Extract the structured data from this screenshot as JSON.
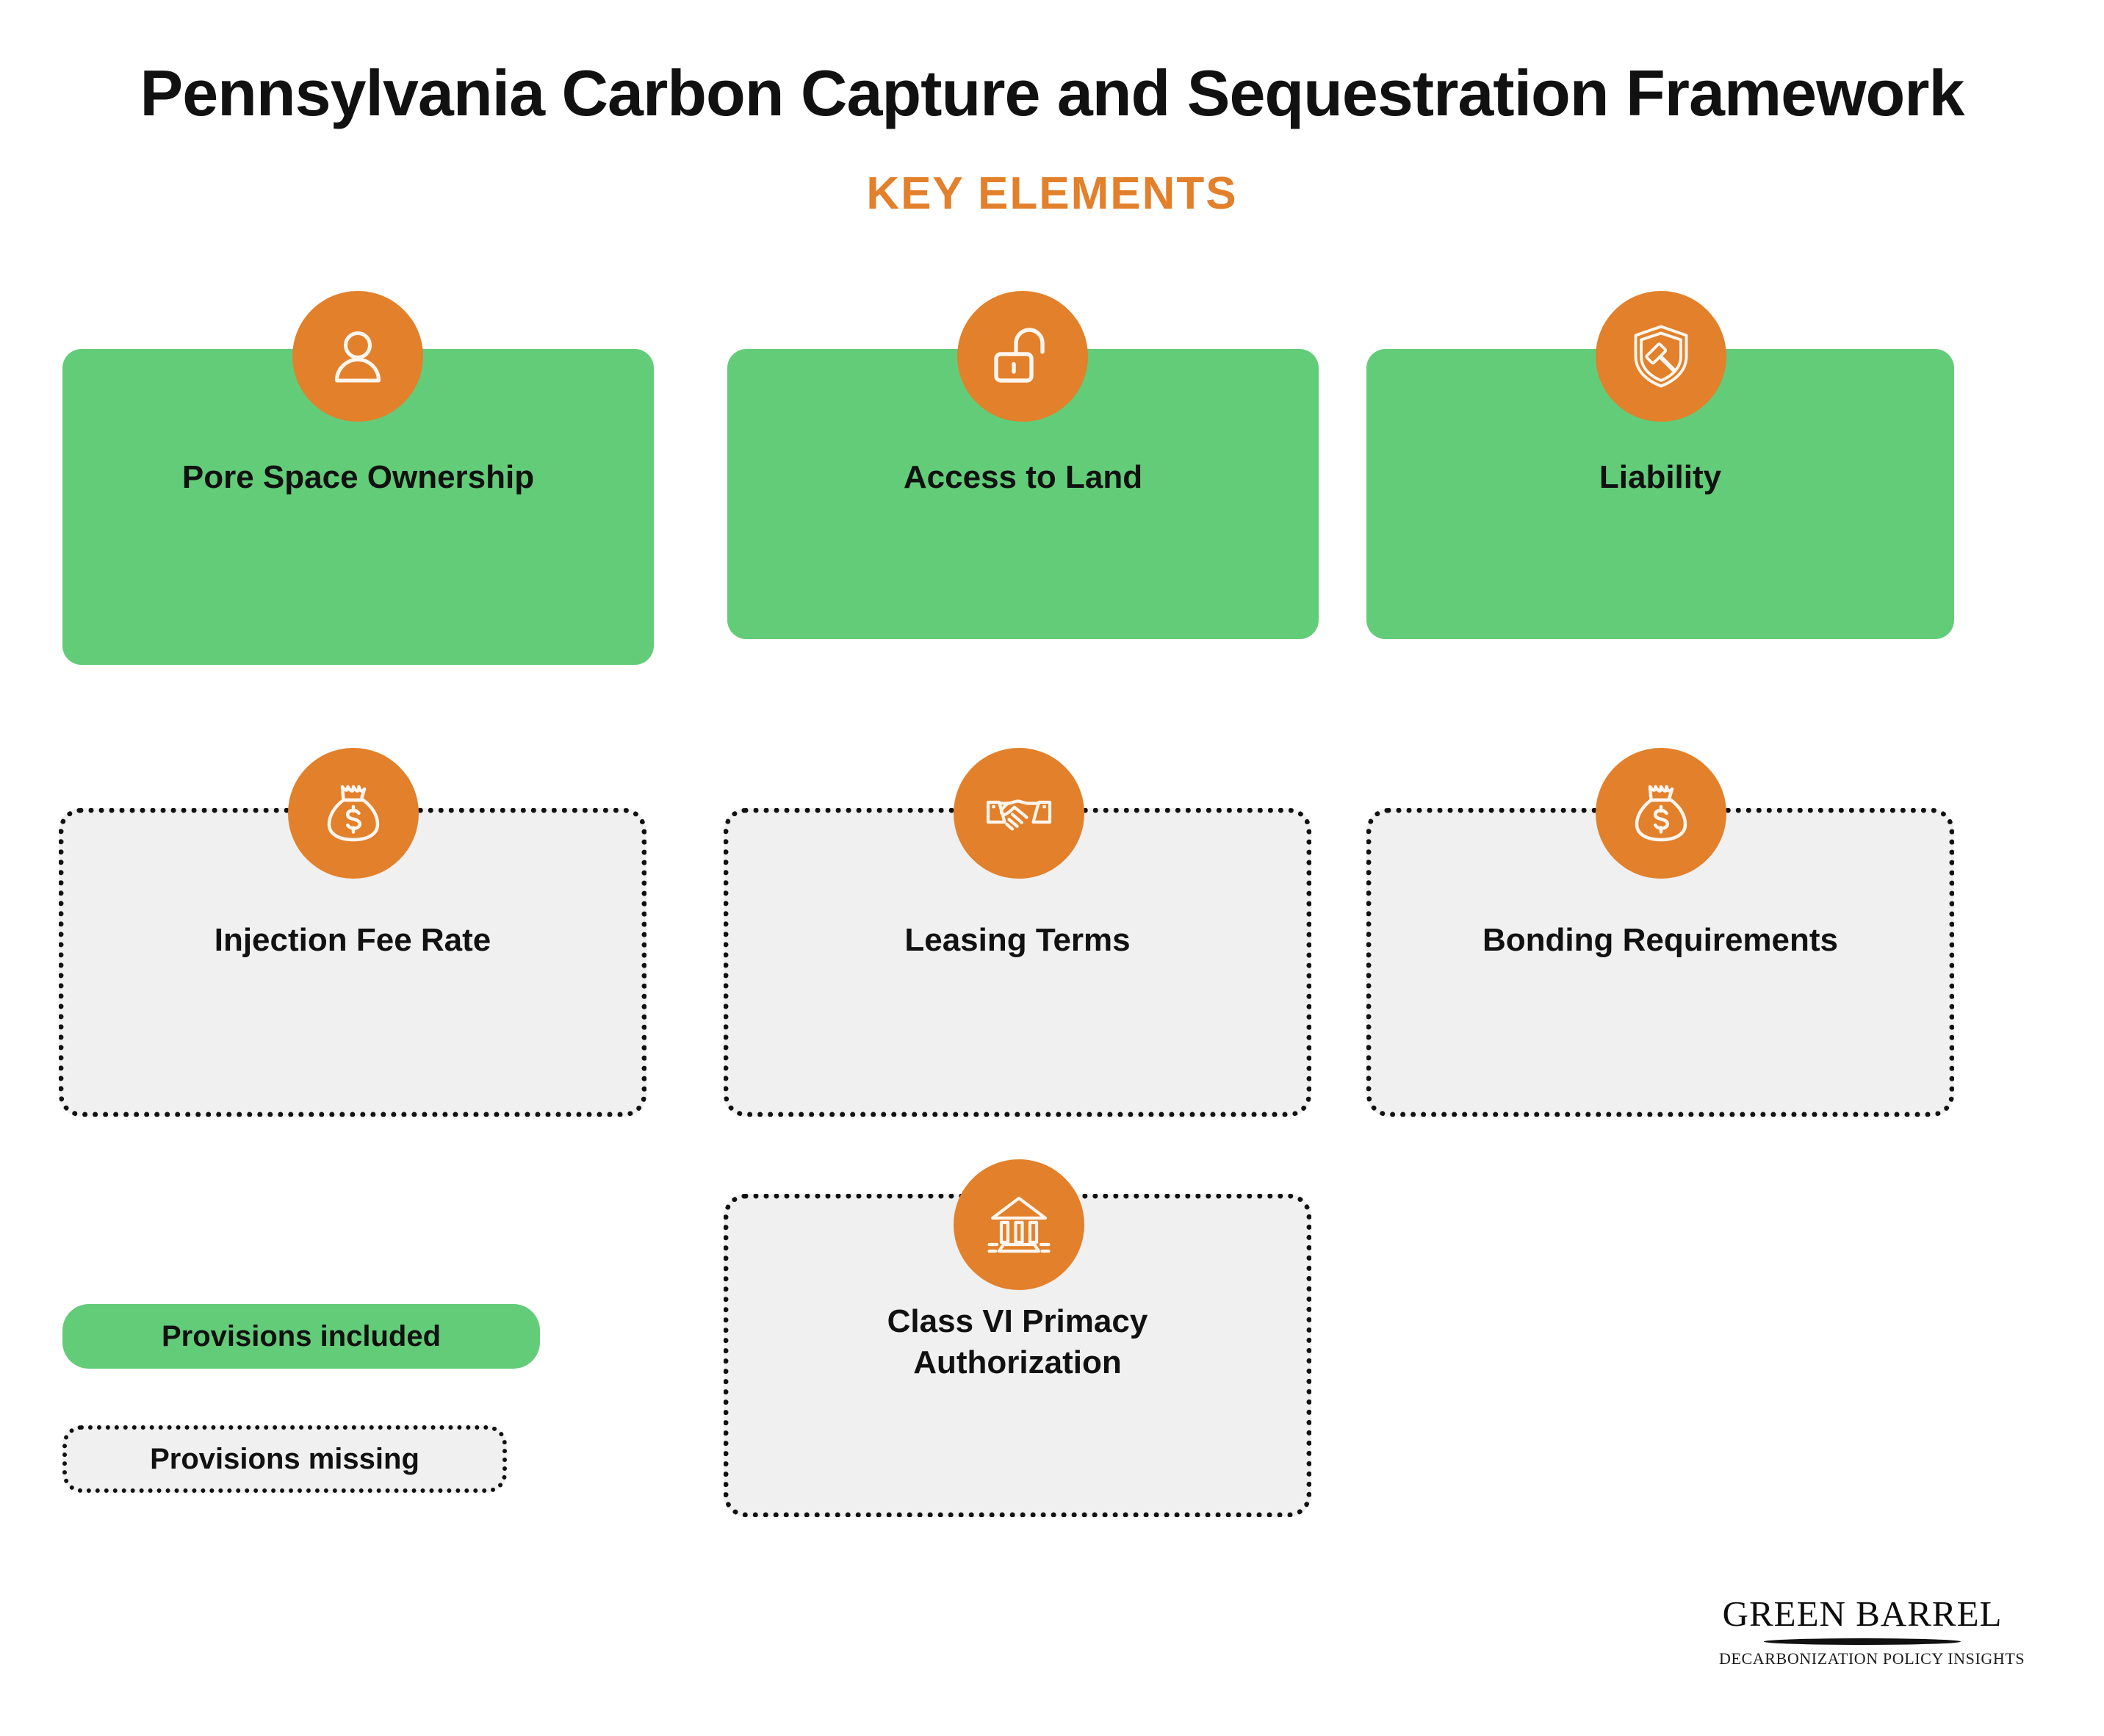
{
  "header": {
    "title": "Pennsylvania Carbon Capture and Sequestration Framework",
    "subtitle": "KEY ELEMENTS"
  },
  "colors": {
    "included": "#63CC79",
    "missing_fill": "#F0F0F0",
    "accent_orange": "#E2802B",
    "text": "#111111",
    "background": "#FFFFFF"
  },
  "cards": [
    {
      "id": "pore-space-ownership",
      "label": "Pore Space Ownership",
      "status": "included",
      "icon": "person-icon"
    },
    {
      "id": "access-to-land",
      "label": "Access to Land",
      "status": "included",
      "icon": "unlock-icon"
    },
    {
      "id": "liability",
      "label": "Liability",
      "status": "included",
      "icon": "shield-gavel-icon"
    },
    {
      "id": "injection-fee-rate",
      "label": "Injection Fee Rate",
      "status": "missing",
      "icon": "money-bag-icon"
    },
    {
      "id": "leasing-terms",
      "label": "Leasing Terms",
      "status": "missing",
      "icon": "handshake-icon"
    },
    {
      "id": "bonding-requirements",
      "label": "Bonding Requirements",
      "status": "missing",
      "icon": "money-bag-icon"
    },
    {
      "id": "class-vi-primacy",
      "label": "Class VI Primacy\nAuthorization",
      "status": "missing",
      "icon": "bank-building-icon"
    }
  ],
  "legend": {
    "included_label": "Provisions included",
    "missing_label": "Provisions missing"
  },
  "logo": {
    "name": "GREEN BARREL",
    "tagline": "DECARBONIZATION POLICY INSIGHTS"
  }
}
